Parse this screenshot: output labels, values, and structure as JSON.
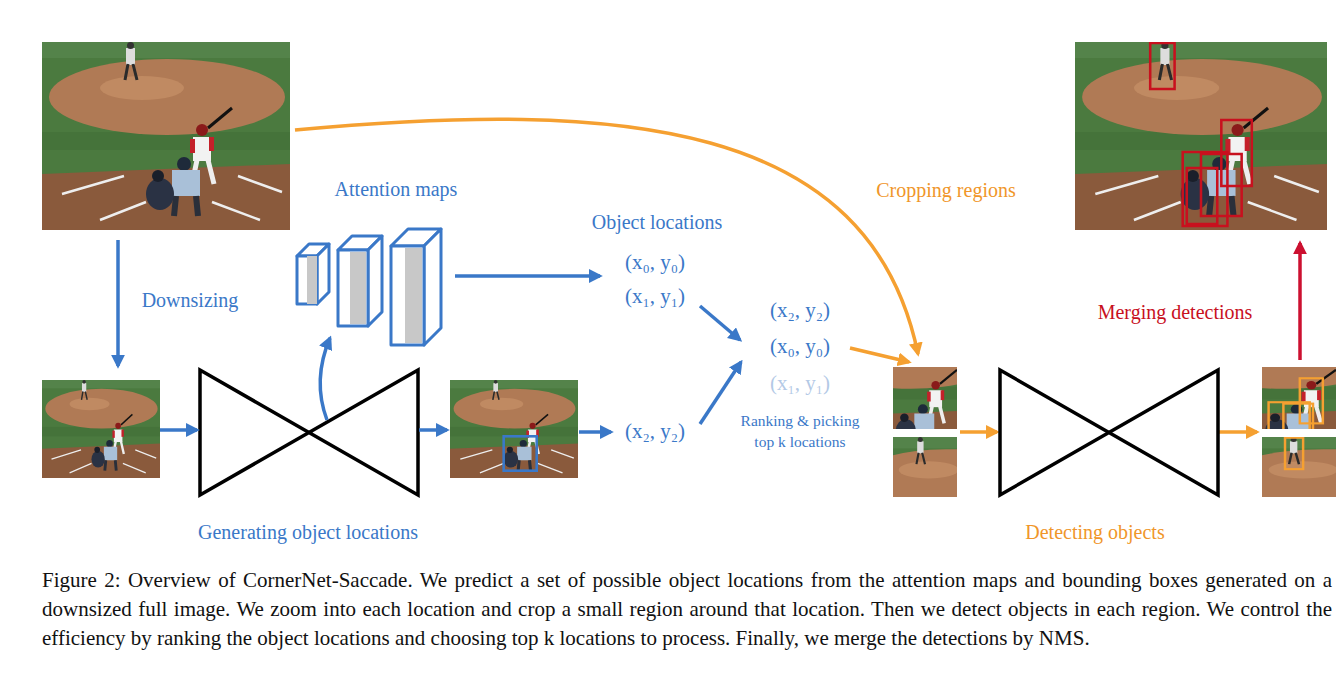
{
  "diagram": {
    "caption": "Figure 2: Overview of CornerNet-Saccade. We predict a set of possible object locations from the attention maps and bounding boxes generated on a downsized full image. We zoom into each location and crop a small region around that location. Then we detect objects in each region. We control the efficiency by ranking the object locations and choosing top k locations to process. Finally, we merge the detections by NMS.",
    "labels": [
      "Attention maps",
      "Downsizing",
      "Object locations",
      "(x₀, y₀)",
      "(x₁, y₁)",
      "(x₂, y₂)",
      "(x₀, y₀)",
      "(x₁, y₁)",
      "Ranking & picking top k locations",
      "(x₂, y₂)",
      "Cropping regions",
      "Merging detections",
      "Generating object locations",
      "Detecting objects"
    ]
  }
}
